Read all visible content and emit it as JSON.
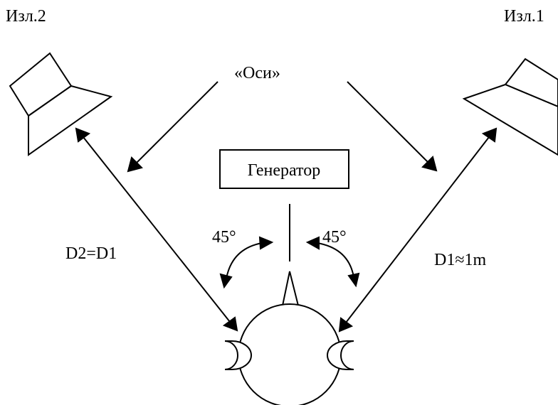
{
  "labels": {
    "speaker_left": "Изл.2",
    "speaker_right": "Изл.1",
    "axes": "«Оси»",
    "generator": "Генератор",
    "angle_left": "45°",
    "angle_right": "45°",
    "distance_left": "D2=D1",
    "distance_right": "D1≈1m"
  },
  "colors": {
    "stroke": "#000000",
    "background": "#ffffff"
  }
}
